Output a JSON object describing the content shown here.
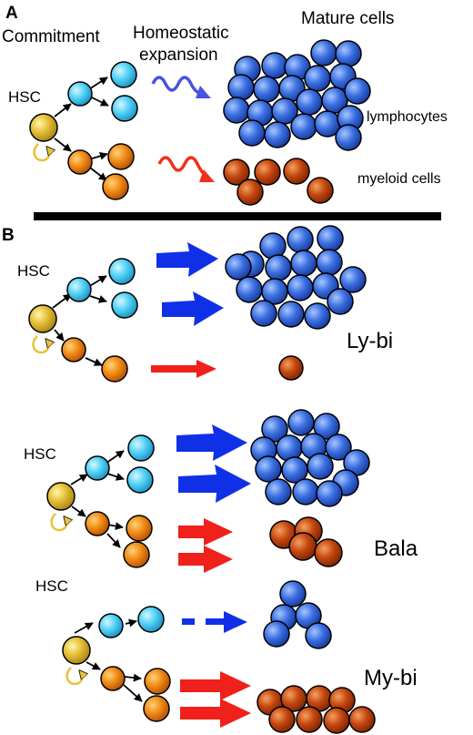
{
  "panel_a": {
    "letter": "A",
    "col_commitment": "Commitment",
    "col_expansion_1": "Homeostatic",
    "col_expansion_2": "expansion",
    "col_mature": "Mature cells",
    "hsc": "HSC",
    "lymphocytes": "lymphocytes",
    "myeloid": "myeloid cells"
  },
  "panel_b": {
    "letter": "B",
    "rows": [
      {
        "hsc": "HSC",
        "name": "Ly-bi"
      },
      {
        "hsc": "HSC",
        "name": "Bala"
      },
      {
        "hsc": "HSC",
        "name": "My-bi"
      }
    ]
  },
  "colors": {
    "hsc_cell": "#e8c23a",
    "lymphoid_progenitor": "#4fd0f5",
    "myeloid_progenitor": "#f08a14",
    "mature_lymphocyte": "#3a6fe0",
    "mature_myeloid": "#c4460e",
    "lymphoid_arrow": "#1030e8",
    "myeloid_arrow": "#f0201a",
    "divider": "#000000"
  }
}
